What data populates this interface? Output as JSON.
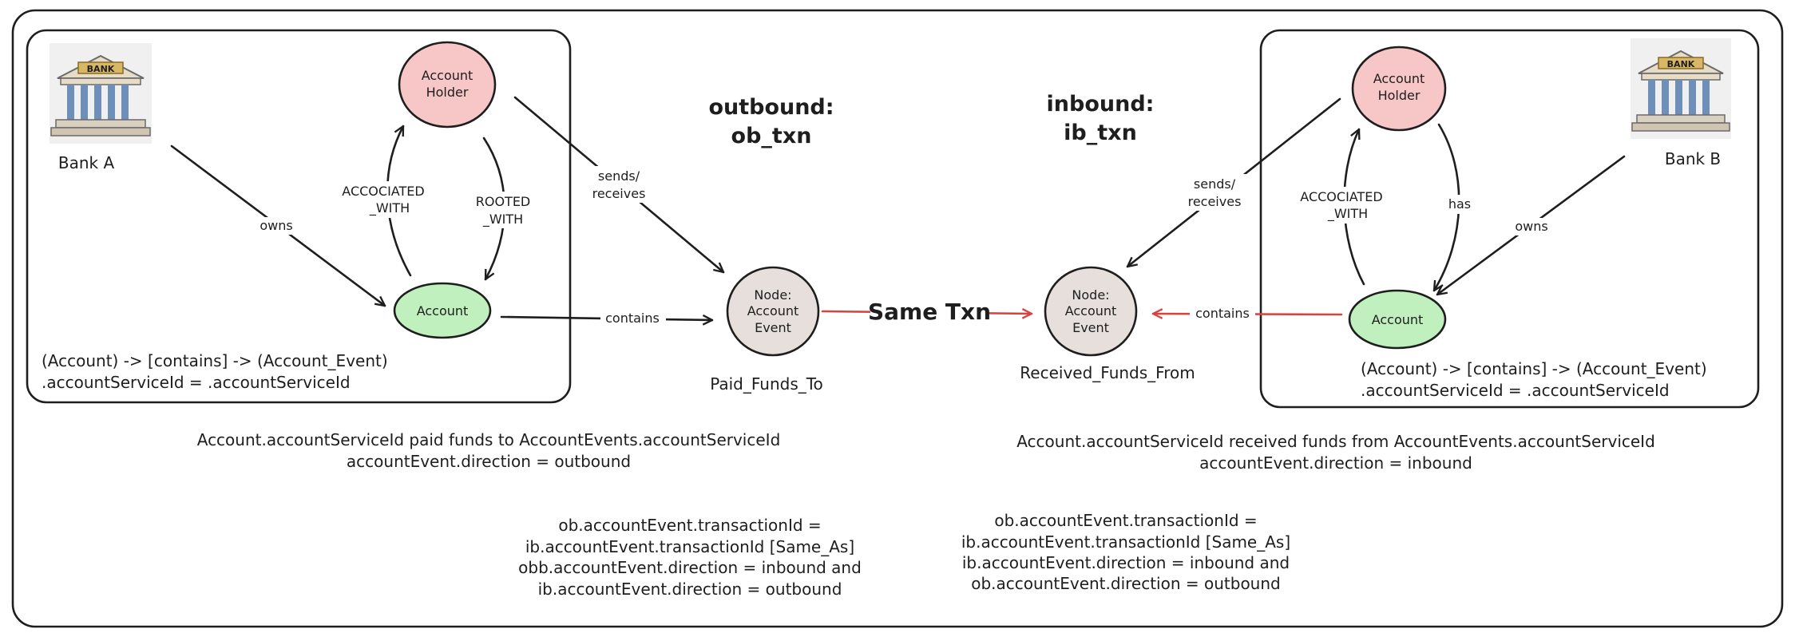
{
  "left_panel": {
    "bank_label": "Bank A",
    "bank_sign": "BANK",
    "account_holder": [
      "Account",
      "Holder"
    ],
    "account": "Account",
    "edge_owns": "owns",
    "edge_associated": [
      "ACCOCIATED",
      "_WITH"
    ],
    "edge_rooted": [
      "ROOTED",
      "_WITH"
    ],
    "rule_line1": "(Account) -> [contains] -> (Account_Event)",
    "rule_line2": ".accountServiceId  = .accountServiceId"
  },
  "right_panel": {
    "bank_label": "Bank B",
    "bank_sign": "BANK",
    "account_holder": [
      "Account",
      "Holder"
    ],
    "account": "Account",
    "edge_owns": "owns",
    "edge_associated": [
      "ACCOCIATED",
      "_WITH"
    ],
    "edge_has": "has",
    "rule_line1": "(Account) -> [contains] -> (Account_Event)",
    "rule_line2": ".accountServiceId  = .accountServiceId"
  },
  "center": {
    "outbound_title": [
      "outbound:",
      "ob_txn"
    ],
    "inbound_title": [
      "inbound:",
      "ib_txn"
    ],
    "sends_receives": [
      "sends/",
      "receives"
    ],
    "contains": "contains",
    "event_node": [
      "Node:",
      "Account",
      "Event"
    ],
    "same_txn": "Same Txn",
    "paid_funds_to": "Paid_Funds_To",
    "received_funds_from": "Received_Funds_From"
  },
  "descriptions": {
    "outbound": [
      "Account.accountServiceId paid funds to AccountEvents.accountServiceId",
      "accountEvent.direction = outbound"
    ],
    "inbound": [
      "Account.accountServiceId received funds from AccountEvents.accountServiceId",
      "accountEvent.direction = inbound"
    ],
    "join_left": [
      "ob.accountEvent.transactionId =",
      "ib.accountEvent.transactionId [Same_As]",
      "obb.accountEvent.direction = inbound and",
      "ib.accountEvent.direction = outbound"
    ],
    "join_right": [
      "ob.accountEvent.transactionId =",
      "ib.accountEvent.transactionId [Same_As]",
      "ib.accountEvent.direction = inbound and",
      "ob.accountEvent.direction = outbound"
    ]
  },
  "colors": {
    "stroke": "#1e1e1e",
    "red_edge": "#d9433f",
    "account_holder_fill": "#f7c6c6",
    "account_fill": "#bff0bd",
    "event_fill": "#e7dfdb"
  }
}
